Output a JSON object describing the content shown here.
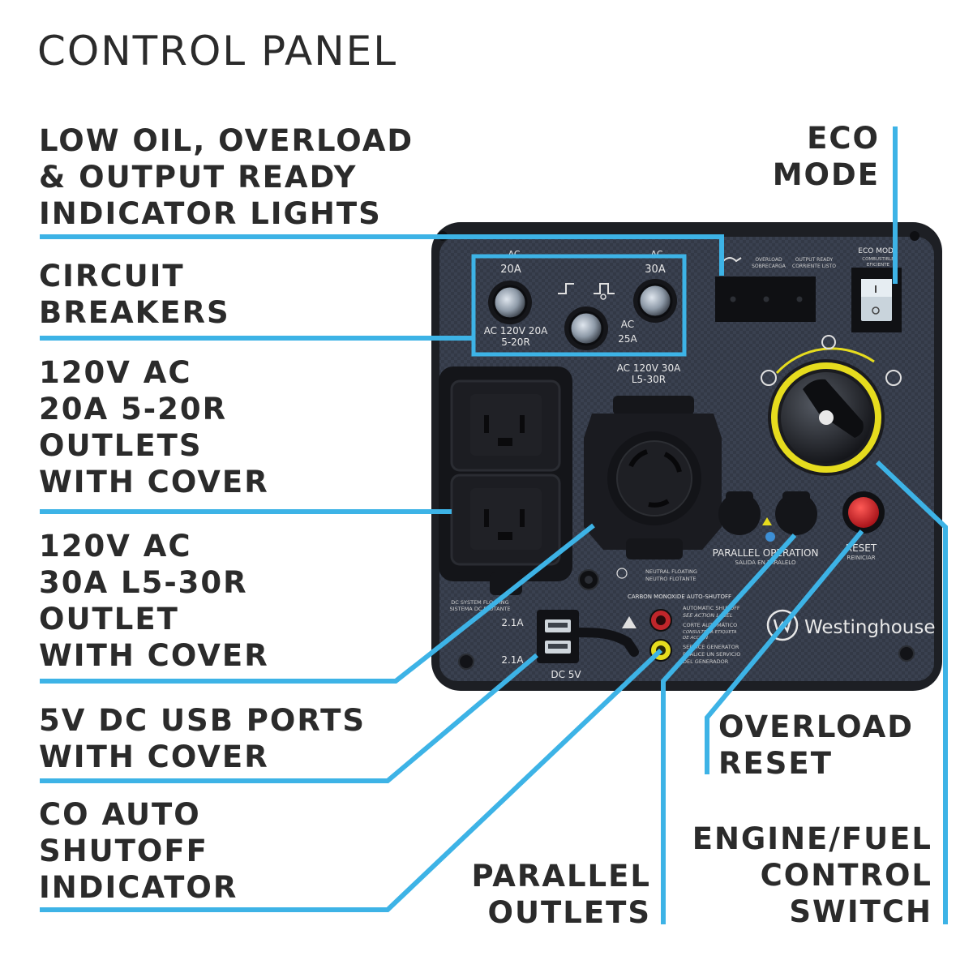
{
  "title": "CONTROL PANEL",
  "callouts": {
    "indicator_lights": [
      "LOW OIL, OVERLOAD",
      "& OUTPUT READY",
      "INDICATOR LIGHTS"
    ],
    "circuit_breakers": [
      "CIRCUIT",
      "BREAKERS"
    ],
    "outlets_20a": [
      "120V AC",
      "20A 5-20R",
      "OUTLETS",
      "WITH COVER"
    ],
    "outlet_30a": [
      "120V AC",
      "30A L5-30R",
      "OUTLET",
      "WITH COVER"
    ],
    "usb_ports": [
      "5V DC USB PORTS",
      "WITH COVER"
    ],
    "co_indicator": [
      "CO AUTO",
      "SHUTOFF",
      "INDICATOR"
    ],
    "eco_mode": [
      "ECO",
      "MODE"
    ],
    "overload_reset": [
      "OVERLOAD",
      "RESET"
    ],
    "engine_switch": [
      "ENGINE/FUEL",
      "CONTROL",
      "SWITCH"
    ],
    "parallel_outlets": [
      "PARALLEL",
      "OUTLETS"
    ]
  },
  "panel_labels": {
    "ac_left": "AC",
    "ac_right": "AC",
    "breaker_20a": "20A",
    "breaker_30a": "30A",
    "ac_120v_20a": "AC 120V 20A",
    "nema_5_20r": "5-20R",
    "ac_25a": "AC",
    "amp_25a": "25A",
    "ac_120v_30a": "AC 120V 30A",
    "nema_l5_30r": "L5-30R",
    "overload": "OVERLOAD",
    "overload_es": "SOBRECARGA",
    "output_ready": "OUTPUT READY",
    "output_ready_es": "CORRIENTE LISTO",
    "eco_mode": "ECO MODE",
    "eco_mode_es1": "COMBUSTIBLE",
    "eco_mode_es2": "EFICIENTE",
    "parallel_operation": "PARALLEL OPERATION",
    "parallel_operation_es": "SALIDA EN PARALELO",
    "reset": "RESET",
    "reset_es": "REINICIAR",
    "neutral_floating": "NEUTRAL FLOATING",
    "neutral_floating_es": "NEUTRO FLOTANTE",
    "dc_system_floating": "DC SYSTEM FLOATING",
    "dc_system_floating_es": "SISTEMA DC FLOTANTE",
    "co_auto_shutoff": "CARBON MONOXIDE AUTO-SHUTOFF",
    "automatic_shutoff": "AUTOMATIC SHUTOFF",
    "see_action_label": "SEE ACTION LABEL",
    "corte_automatico": "CORTE AUTOMÁTICO",
    "consulte": "CONSULTE LA ETIQUETA",
    "de_accion": "DE ACCIÓN",
    "service_generator": "SERVICE GENERATOR",
    "reemplace": "REALICE UN SERVICIO",
    "del_generador": "DEL GENERADOR",
    "usb_top": "2.1A",
    "usb_bottom": "2.1A",
    "dc_5v": "DC 5V",
    "brand": "Westinghouse"
  },
  "colors": {
    "leader": "#3db3e6",
    "panel": "#333946",
    "frame": "#1d1f24",
    "dial_ring": "#e6dc1e",
    "reset_button": "#d8282a"
  }
}
